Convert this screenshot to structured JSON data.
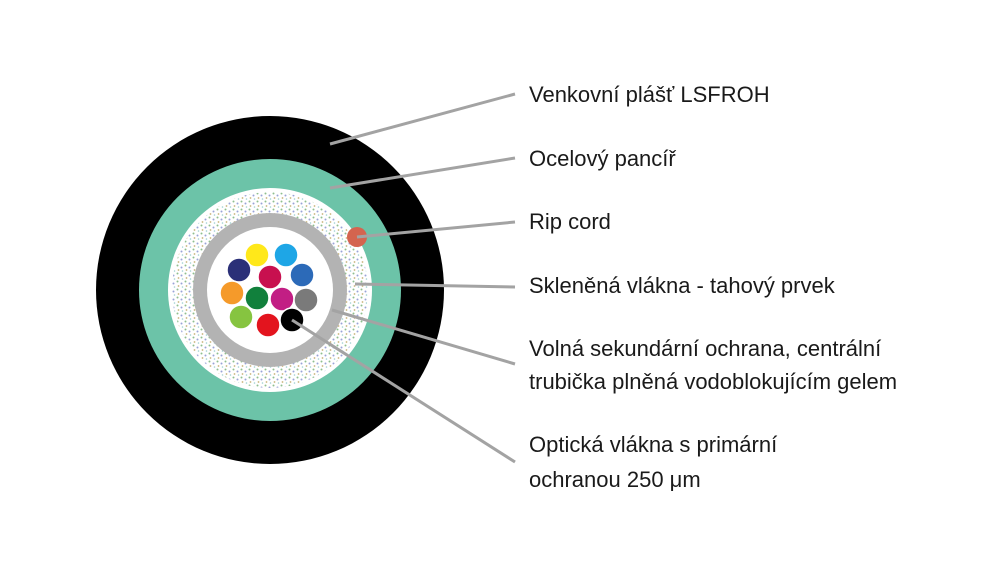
{
  "labels": {
    "outer_sheath": "Venkovní plášť LSFROH",
    "steel_armor": "Ocelový pancíř",
    "rip_cord": "Rip cord",
    "glass_strength_member": "Skleněná vlákna - tahový prvek",
    "loose_tube_line1": "Volná sekundární ochrana, centrální",
    "loose_tube_line2": "trubička plněná vodoblokujícím gelem",
    "fibers_line1": "Optická vlákna s primární",
    "fibers_line2": "ochranou 250 μm"
  },
  "colors": {
    "outer_sheath": "#000000",
    "steel_armor": "#6cc3a8",
    "rip_cord": "#d4644f",
    "tube": "#b3b3b3",
    "leader_line": "#a3a3a3",
    "fibers": [
      "#ffe81a",
      "#1ea6e6",
      "#2b3078",
      "#c8104f",
      "#2c6ab8",
      "#f59a2a",
      "#11803c",
      "#c21e84",
      "#7a7a7a",
      "#86c440",
      "#e3141e",
      "#000000"
    ]
  }
}
